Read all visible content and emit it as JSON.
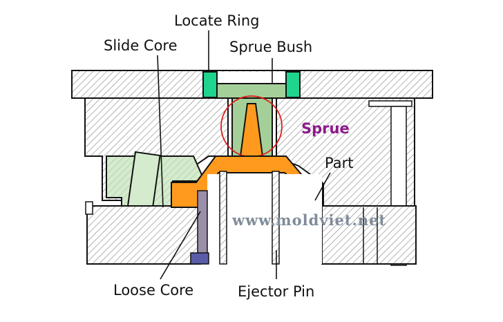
{
  "labels": {
    "locate_ring": "Locate Ring",
    "slide_core": "Slide Core",
    "sprue_bush": "Sprue Bush",
    "sprue": "Sprue",
    "part": "Part",
    "loose_core": "Loose Core",
    "ejector_pin": "Ejector Pin"
  },
  "watermark": "www.moldviet.net",
  "colors": {
    "plate_hatch": "#8a8a8a",
    "locate_ring": "#1ed48e",
    "sprue_bush": "#a5cf98",
    "slide_core": "#d4ebcd",
    "part": "#ff9a1e",
    "sprue_highlight": "#e11b1b",
    "sprue_label": "#8b1a89",
    "loose_core_block": "#5a5ca8",
    "watermark": "#7f8c99"
  }
}
